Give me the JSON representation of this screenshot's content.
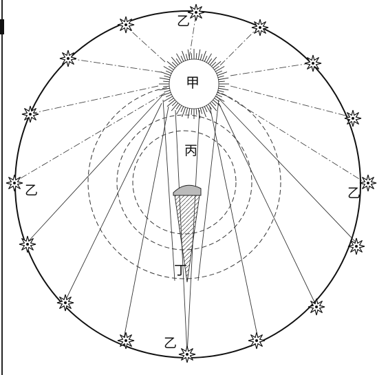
{
  "labels": {
    "sun": "甲",
    "inner_region": "丙",
    "shadow_tip": "丁",
    "star_top": "乙",
    "star_left": "乙",
    "star_right": "乙",
    "star_bottom": "乙"
  },
  "colors": {
    "ink": "#111111",
    "paper": "#ffffff"
  },
  "icons": {
    "star": "star-icon",
    "sun": "sun-icon",
    "earth": "earth-icon"
  }
}
